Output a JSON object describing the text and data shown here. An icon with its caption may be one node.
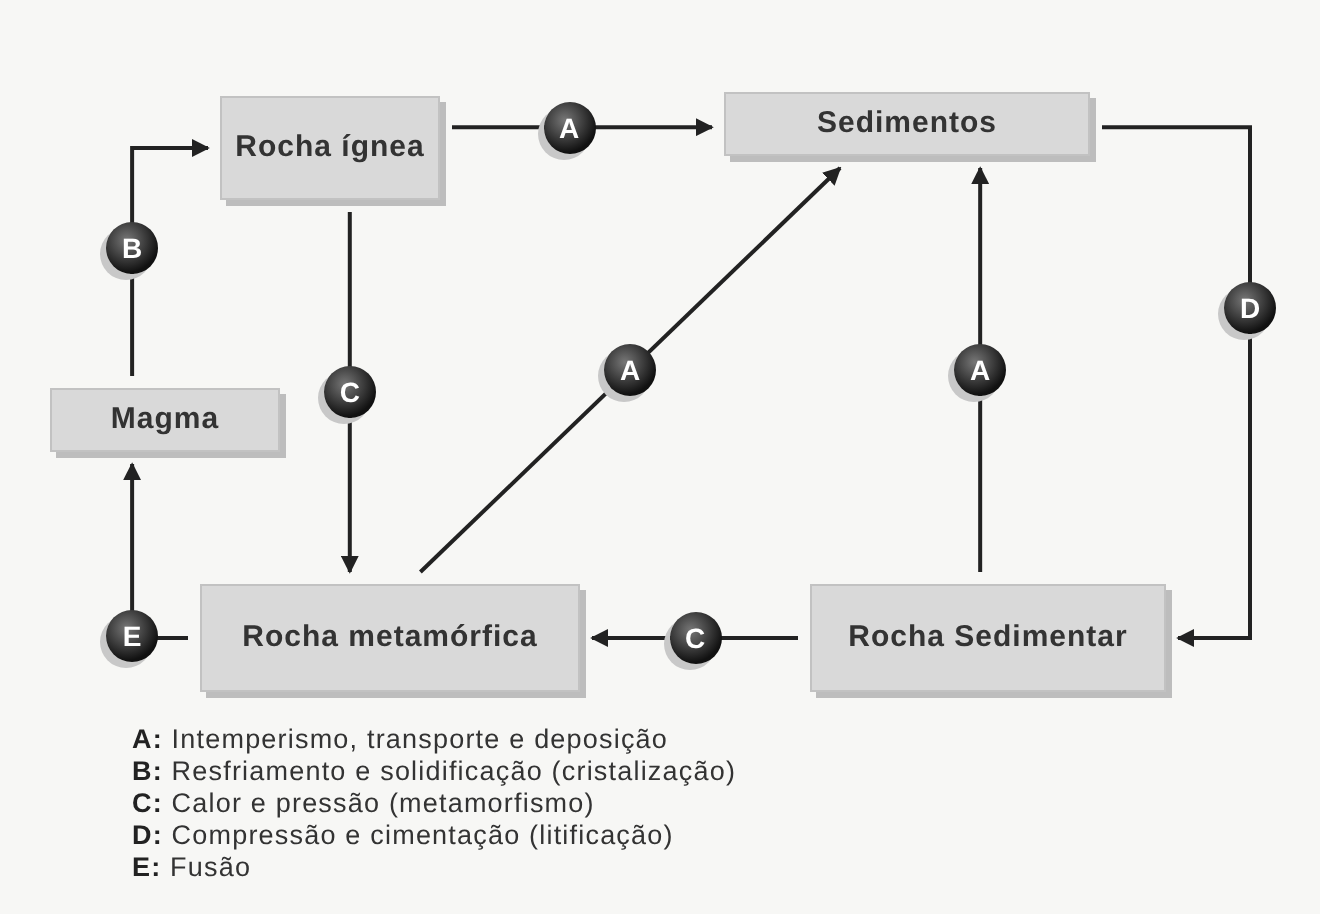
{
  "diagram": {
    "nodes": [
      {
        "text": [
          "Rocha ígnea"
        ]
      },
      {
        "text": [
          "Sedimentos"
        ]
      },
      {
        "text": [
          "Magma"
        ]
      },
      {
        "text": [
          "Rocha metamórfica"
        ]
      },
      {
        "text": [
          "Rocha Sedimentar"
        ]
      }
    ],
    "edges": [
      {
        "from": 0,
        "to": 1,
        "arrow": "to",
        "label": "A"
      },
      {
        "from": 2,
        "to": 0,
        "arrow": "to",
        "label": "B"
      },
      {
        "from": 0,
        "to": 3,
        "arrow": "to",
        "label": "C"
      },
      {
        "from": 3,
        "to": 1,
        "arrow": "to",
        "label": "A"
      },
      {
        "from": 4,
        "to": 1,
        "arrow": "to",
        "label": "A"
      },
      {
        "from": 1,
        "to": 4,
        "arrow": "to",
        "label": "D"
      },
      {
        "from": 4,
        "to": 3,
        "arrow": "to",
        "label": "C"
      },
      {
        "from": 3,
        "to": 2,
        "arrow": "to",
        "label": "E"
      }
    ],
    "labels": [
      "**A:** Intemperismo, transporte e deposição",
      "**B:** Resfriamento e solidificação (cristalização)",
      "**C:** Calor e pressão (metamorfismo)",
      "**D:** Compressão e cimentação (litificação)",
      "**E:** Fusão"
    ]
  }
}
